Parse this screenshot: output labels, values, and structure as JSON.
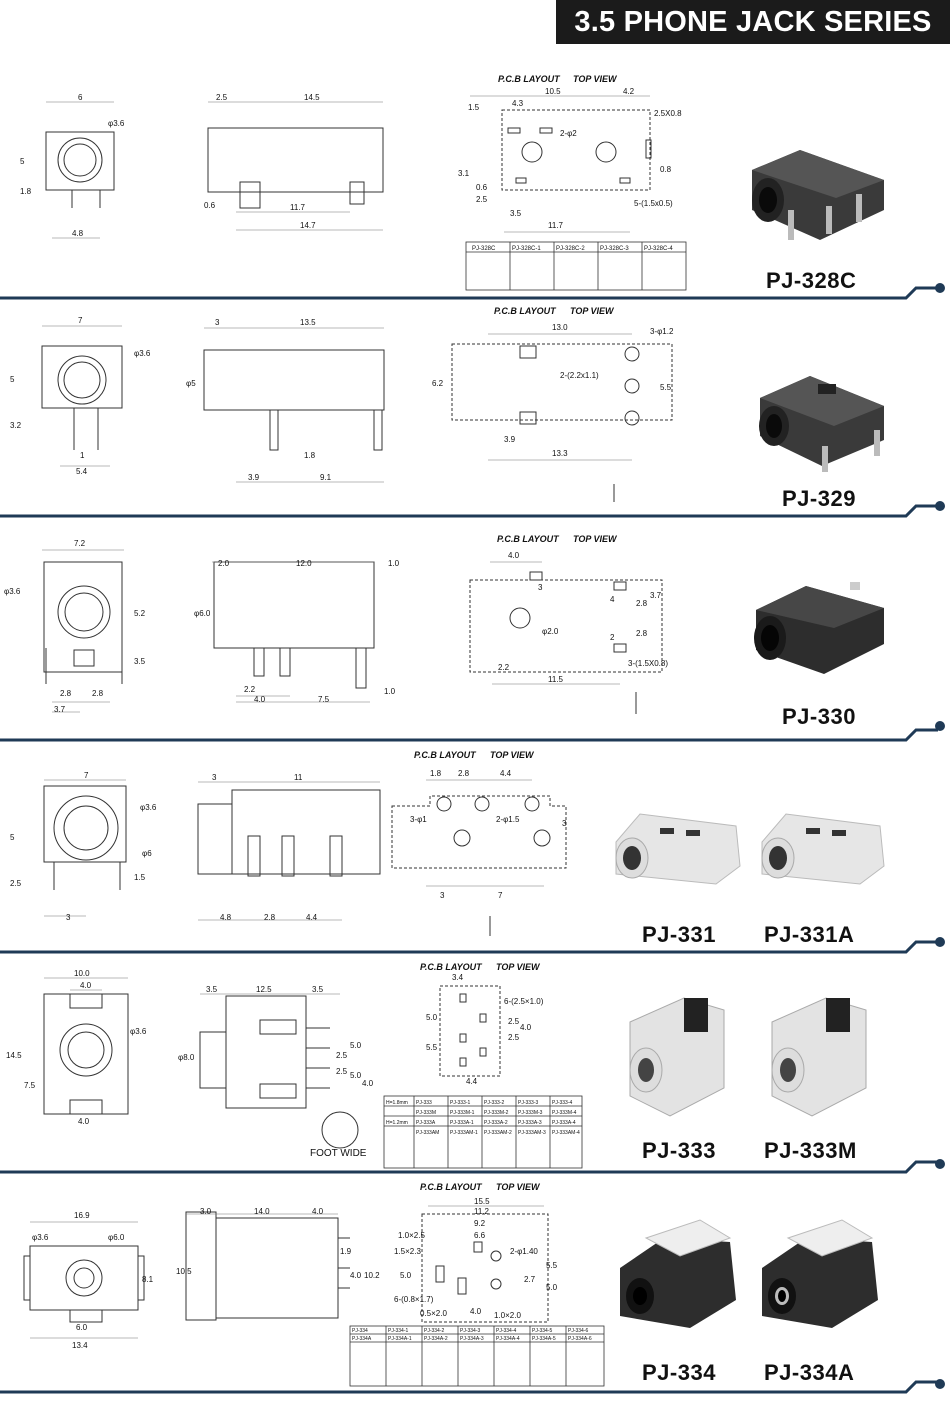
{
  "header": {
    "title": "3.5 PHONE JACK SERIES"
  },
  "pcb_label": "P.C.B LAYOUT",
  "top_view_label": "TOP VIEW",
  "foot_wide": "FOOT WIDE",
  "colors": {
    "header_bg": "#1b1b1b",
    "divider_dark": "#1f3a56",
    "divider_light": "#3aa0c8",
    "drawing_line": "#333333",
    "dim_line": "#555555"
  },
  "products": [
    {
      "model": "PJ-328C",
      "front_dims": [
        "6",
        "φ3.6",
        "5",
        "1.8",
        "4.8"
      ],
      "side_dims": [
        "2.5",
        "14.5",
        "0.6",
        "11.7",
        "14.7"
      ],
      "pcb_dims": [
        "10.5",
        "4.2",
        "1.5",
        "4.3",
        "2.5X0.8",
        "2-φ2",
        "3.1",
        "0.8",
        "0.6",
        "2.5",
        "3.5",
        "5-(1.5x0.5)",
        "11.7"
      ],
      "schematics": [
        "PJ-328C",
        "PJ-328C-1",
        "PJ-328C-2",
        "PJ-328C-3",
        "PJ-328C-4"
      ]
    },
    {
      "model": "PJ-329",
      "front_dims": [
        "7",
        "φ3.6",
        "5",
        "3.2",
        "1",
        "5.4"
      ],
      "side_dims": [
        "3",
        "13.5",
        "φ5",
        "1.8",
        "3.9",
        "9.1"
      ],
      "pcb_dims": [
        "13.0",
        "3-φ1.2",
        "2-(2.2x1.1)",
        "6.2",
        "5.5",
        "3.9",
        "13.3"
      ]
    },
    {
      "model": "PJ-330",
      "front_dims": [
        "7.2",
        "φ3.6",
        "5.2",
        "3.5",
        "2.8",
        "2.8",
        "3.7"
      ],
      "side_dims": [
        "2.0",
        "12.0",
        "1.0",
        "φ6.0",
        "2.2",
        "4.0",
        "7.5",
        "1.0"
      ],
      "pcb_dims": [
        "4.0",
        "3",
        "4",
        "2.8",
        "3.7",
        "φ2.0",
        "2.8",
        "2",
        "3-(1.5X0.8)",
        "2.2",
        "11.5"
      ]
    },
    {
      "model": "PJ-331",
      "model2": "PJ-331A",
      "front_dims": [
        "7",
        "φ3.6",
        "φ6",
        "5",
        "2.5",
        "1.5",
        "3"
      ],
      "side_dims": [
        "3",
        "11",
        "4.8",
        "2.8",
        "4.4"
      ],
      "pcb_dims": [
        "1.8",
        "2.8",
        "4.4",
        "3-φ1",
        "2-φ1.5",
        "3",
        "3",
        "7"
      ]
    },
    {
      "model": "PJ-333",
      "model2": "PJ-333M",
      "front_dims": [
        "10.0",
        "4.0",
        "φ3.6",
        "14.5",
        "7.5",
        "4.0"
      ],
      "side_dims": [
        "3.5",
        "12.5",
        "3.5",
        "φ8.0",
        "5.0",
        "2.5",
        "2.5",
        "5.0",
        "4.0"
      ],
      "pcb_dims": [
        "3.4",
        "6-(2.5×1.0)",
        "5.0",
        "5.5",
        "2.5",
        "2.5",
        "4.0",
        "4.4"
      ],
      "table_rows": [
        [
          "H=1.8mm",
          "PJ-333",
          "PJ-333-1",
          "PJ-333-2",
          "PJ-333-3",
          "PJ-333-4"
        ],
        [
          "",
          "PJ-333M",
          "PJ-333M-1",
          "PJ-333M-2",
          "PJ-333M-3",
          "PJ-333M-4"
        ],
        [
          "H=1.2mm",
          "PJ-333A",
          "PJ-333A-1",
          "PJ-333A-2",
          "PJ-333A-3",
          "PJ-333A-4"
        ],
        [
          "",
          "PJ-333AM",
          "PJ-333AM-1",
          "PJ-333AM-2",
          "PJ-333AM-3",
          "PJ-333AM-4"
        ]
      ]
    },
    {
      "model": "PJ-334",
      "model2": "PJ-334A",
      "front_dims": [
        "16.9",
        "φ3.6",
        "φ6.0",
        "8.1",
        "6.0",
        "13.4"
      ],
      "side_dims": [
        "3.0",
        "14.0",
        "4.0",
        "10.5",
        "1.9",
        "4.0",
        "10.2"
      ],
      "pcb_dims": [
        "15.5",
        "11.2",
        "9.2",
        "6.6",
        "1.0×2.5",
        "1.5×2.3",
        "2-φ1.40",
        "5.0",
        "5.5",
        "2.7",
        "5.0",
        "6-(0.8×1.7)",
        "0.5×2.0",
        "4.0",
        "1.0×2.0"
      ],
      "table_rows": [
        [
          "PJ-334",
          "PJ-334-1",
          "PJ-334-2",
          "PJ-334-3",
          "PJ-334-4",
          "PJ-334-5",
          "PJ-334-6"
        ],
        [
          "PJ-334A",
          "PJ-334A-1",
          "PJ-334A-2",
          "PJ-334A-3",
          "PJ-334A-4",
          "PJ-334A-5",
          "PJ-334A-6"
        ]
      ]
    }
  ]
}
